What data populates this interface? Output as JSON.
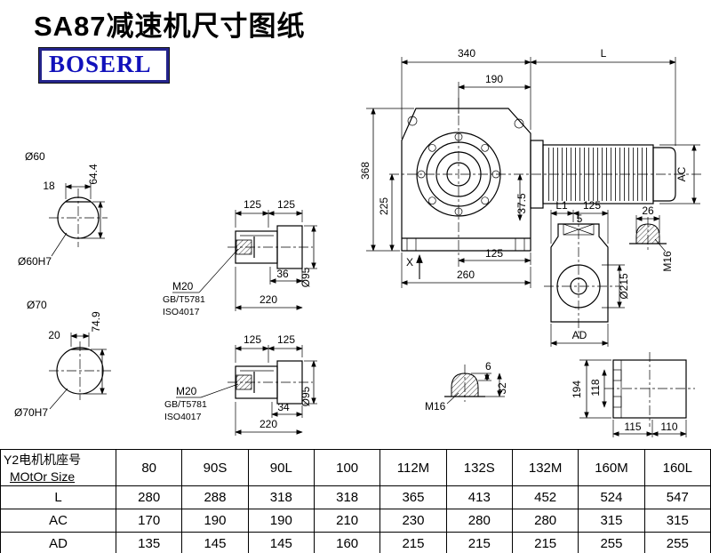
{
  "title": "SA87减速机尺寸图纸",
  "brand": "BOSERL",
  "drawings": {
    "shaft60": {
      "dia": "Ø60",
      "key_width": "18",
      "height": "64.4",
      "bore": "Ø60H7"
    },
    "shaft70": {
      "dia": "Ø70",
      "key_width": "20",
      "height": "74.9",
      "bore": "Ø70H7"
    },
    "shaft_upper": {
      "seg1": "125",
      "seg2": "125",
      "thread": "M20",
      "std1": "GB/T5781",
      "std2": "ISO4017",
      "key_len": "36",
      "length": "220",
      "dia": "Ø95"
    },
    "shaft_lower": {
      "seg1": "125",
      "seg2": "125",
      "thread": "M20",
      "std1": "GB/T5781",
      "std2": "ISO4017",
      "key_len": "34",
      "length": "220",
      "dia": "Ø95"
    },
    "main_view": {
      "width": "340",
      "motor_len": "L",
      "flange_offset": "190",
      "height": "368",
      "center_height": "225",
      "foot": "37.5",
      "foot_span": "125",
      "base": "260",
      "x_mark": "X",
      "motor_dim": "AC"
    },
    "side_view": {
      "l1": "L1",
      "d125": "125",
      "d5": "5",
      "d26": "26",
      "m16": "M16",
      "flange_dia": "Ø215",
      "ad": "AD"
    },
    "bottom_view": {
      "d6": "6",
      "d32": "32",
      "m16": "M16",
      "d194": "194",
      "d118": "118",
      "d115": "115",
      "d110": "110"
    }
  },
  "table": {
    "header_line1": "Y2电机机座号",
    "header_line2": "MOtOr Size",
    "columns": [
      "80",
      "90S",
      "90L",
      "100",
      "112M",
      "132S",
      "132M",
      "160M",
      "160L"
    ],
    "rows": [
      {
        "label": "L",
        "values": [
          "280",
          "288",
          "318",
          "318",
          "365",
          "413",
          "452",
          "524",
          "547"
        ]
      },
      {
        "label": "AC",
        "values": [
          "170",
          "190",
          "190",
          "210",
          "230",
          "280",
          "280",
          "315",
          "315"
        ]
      },
      {
        "label": "AD",
        "values": [
          "135",
          "145",
          "145",
          "160",
          "215",
          "215",
          "215",
          "255",
          "255"
        ]
      }
    ]
  }
}
